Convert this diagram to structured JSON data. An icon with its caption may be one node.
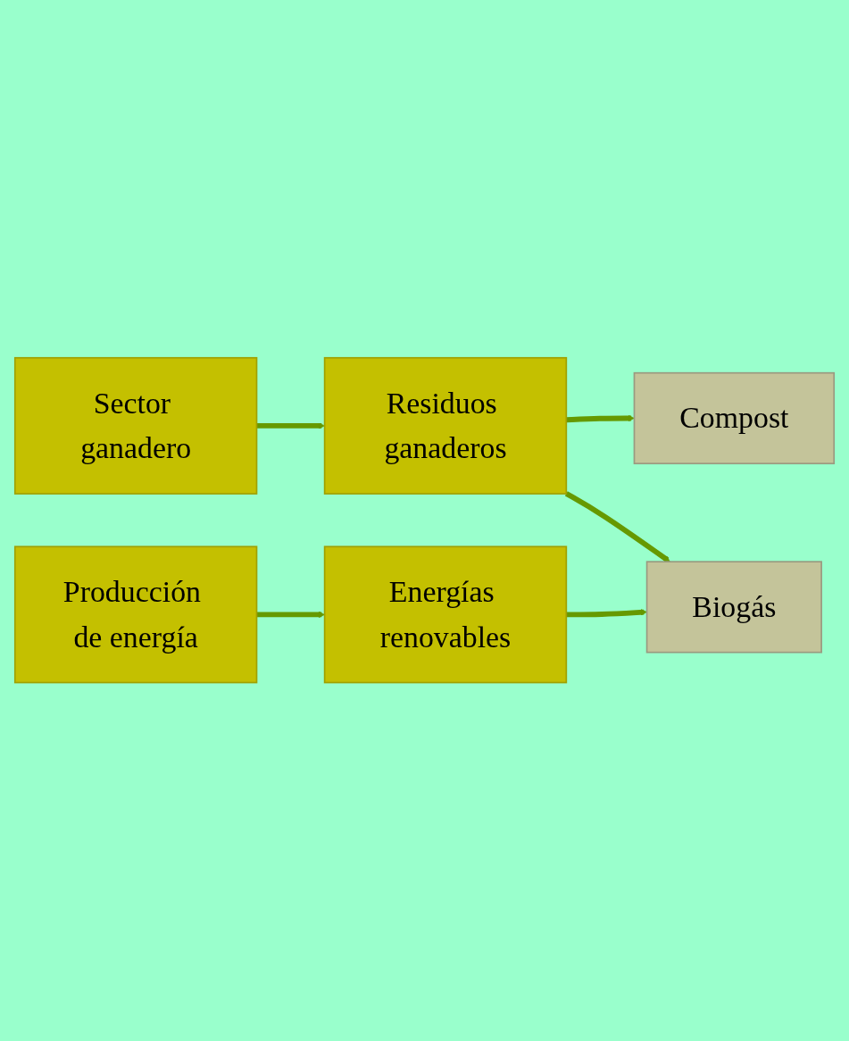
{
  "diagram": {
    "nodes": [
      {
        "text": [
          "Compost"
        ]
      },
      {
        "text": [
          "Sector ganadero"
        ]
      },
      {
        "text": [
          "Residuos ganaderos"
        ]
      },
      {
        "text": [
          "Biogás"
        ]
      },
      {
        "text": [
          "Producción de energía"
        ]
      },
      {
        "text": [
          "Energías renovables"
        ]
      }
    ],
    "edges": [
      {
        "from": 2,
        "to": 0,
        "arrow": "to"
      },
      {
        "from": 1,
        "to": 2,
        "arrow": "to"
      },
      {
        "from": 2,
        "to": 3,
        "arrow": "to"
      },
      {
        "from": 5,
        "to": 3,
        "arrow": "to"
      },
      {
        "from": 4,
        "to": 5,
        "arrow": "to"
      }
    ]
  }
}
